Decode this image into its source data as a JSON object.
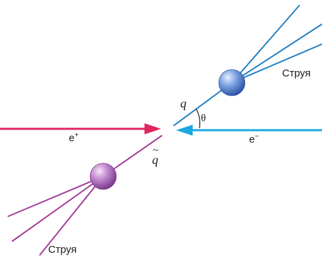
{
  "labels": {
    "jet_upper": "Струя",
    "jet_lower": "Струя",
    "quark": "q",
    "antiquark": "q",
    "angle": "θ",
    "positron_base": "e",
    "positron_sign": "+",
    "electron_base": "e",
    "electron_sign": "−"
  },
  "colors": {
    "positron_beam": "#e0245e",
    "electron_beam": "#1aa9df",
    "quark_jet": "#1f7fc4",
    "antiquark_jet": "#a33c9a",
    "quark_ball": "#6e96d8",
    "antiquark_ball": "#b778c8"
  }
}
